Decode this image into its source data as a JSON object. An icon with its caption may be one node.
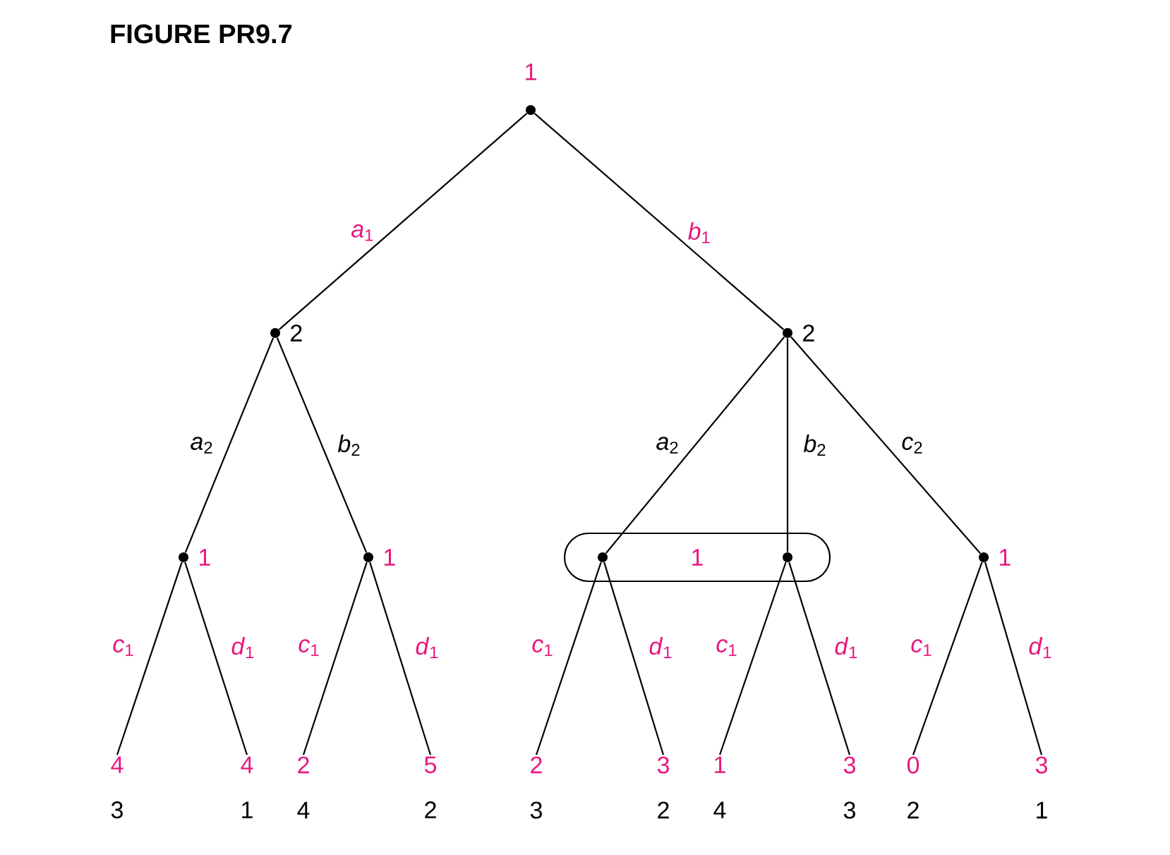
{
  "diagram": {
    "title": "FIGURE PR9.7",
    "nodes": [
      {
        "text": [],
        "shape": "circle",
        "beside": [
          "1"
        ]
      },
      {
        "text": [],
        "shape": "circle",
        "beside": [
          "2"
        ]
      },
      {
        "text": [],
        "shape": "circle",
        "beside": [
          "2"
        ]
      },
      {
        "text": [],
        "shape": "circle",
        "beside": [
          "1"
        ]
      },
      {
        "text": [],
        "shape": "circle",
        "beside": [
          "1"
        ]
      },
      {
        "text": [
          "1"
        ]
      },
      {
        "text": [],
        "shape": "circle",
        "in": 5
      },
      {
        "text": [],
        "shape": "circle",
        "in": 5
      },
      {
        "text": [],
        "shape": "circle",
        "beside": [
          "1"
        ]
      },
      {
        "text": [
          "4",
          "3"
        ]
      },
      {
        "text": [
          "4",
          "1"
        ]
      },
      {
        "text": [
          "2",
          "4"
        ]
      },
      {
        "text": [
          "5",
          "2"
        ]
      },
      {
        "text": [
          "2",
          "3"
        ]
      },
      {
        "text": [
          "3",
          "2"
        ]
      },
      {
        "text": [
          "1",
          "4"
        ]
      },
      {
        "text": [
          "3",
          "3"
        ]
      },
      {
        "text": [
          "0",
          "2"
        ]
      },
      {
        "text": [
          "3",
          "1"
        ]
      }
    ],
    "edges": [
      {
        "from": 0,
        "to": 1,
        "arrow": "none",
        "label": "*a*$_{1}$"
      },
      {
        "from": 0,
        "to": 2,
        "arrow": "none",
        "label": "*b*$_{1}$"
      },
      {
        "from": 1,
        "to": 3,
        "arrow": "none",
        "label": "*a*$_{2}$"
      },
      {
        "from": 1,
        "to": 4,
        "arrow": "none",
        "label": "*b*$_{2}$"
      },
      {
        "from": 2,
        "to": 6,
        "arrow": "none",
        "label": "*a*$_{2}$"
      },
      {
        "from": 2,
        "to": 7,
        "arrow": "none",
        "label": "*b*$_{2}$"
      },
      {
        "from": 2,
        "to": 8,
        "arrow": "none",
        "label": "*c*$_{2}$"
      },
      {
        "from": 3,
        "to": 9,
        "arrow": "none",
        "label": "*c*$_{1}$"
      },
      {
        "from": 3,
        "to": 10,
        "arrow": "none",
        "label": "*d*$_{1}$"
      },
      {
        "from": 4,
        "to": 11,
        "arrow": "none",
        "label": "*c*$_{1}$"
      },
      {
        "from": 4,
        "to": 12,
        "arrow": "none",
        "label": "*d*$_{1}$"
      },
      {
        "from": 6,
        "to": 13,
        "arrow": "none",
        "label": "*c*$_{1}$"
      },
      {
        "from": 6,
        "to": 14,
        "arrow": "none",
        "label": "*d*$_{1}$"
      },
      {
        "from": 7,
        "to": 15,
        "arrow": "none",
        "label": "*c*$_{1}$"
      },
      {
        "from": 7,
        "to": 16,
        "arrow": "none",
        "label": "*d*$_{1}$"
      },
      {
        "from": 8,
        "to": 17,
        "arrow": "none",
        "label": "*c*$_{1}$"
      },
      {
        "from": 8,
        "to": 18,
        "arrow": "none",
        "label": "*d*$_{1}$"
      }
    ]
  }
}
